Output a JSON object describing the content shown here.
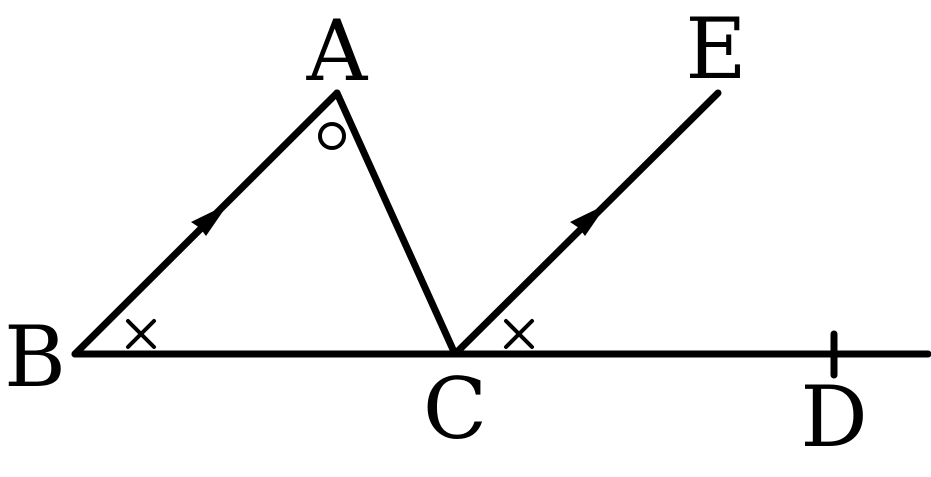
{
  "points": {
    "A": "A",
    "B": "B",
    "C": "C",
    "D": "D",
    "E": "E"
  },
  "segments": [
    "BA",
    "AC",
    "BD",
    "CE"
  ],
  "parallel_marks": [
    "BA",
    "CE"
  ],
  "angle_marks": {
    "angle_B": "cross",
    "angle_ECD": "cross",
    "angle_A": "circle"
  },
  "tick_marks": [
    "D"
  ],
  "colors": {
    "stroke": "#000000",
    "background": "#ffffff"
  }
}
